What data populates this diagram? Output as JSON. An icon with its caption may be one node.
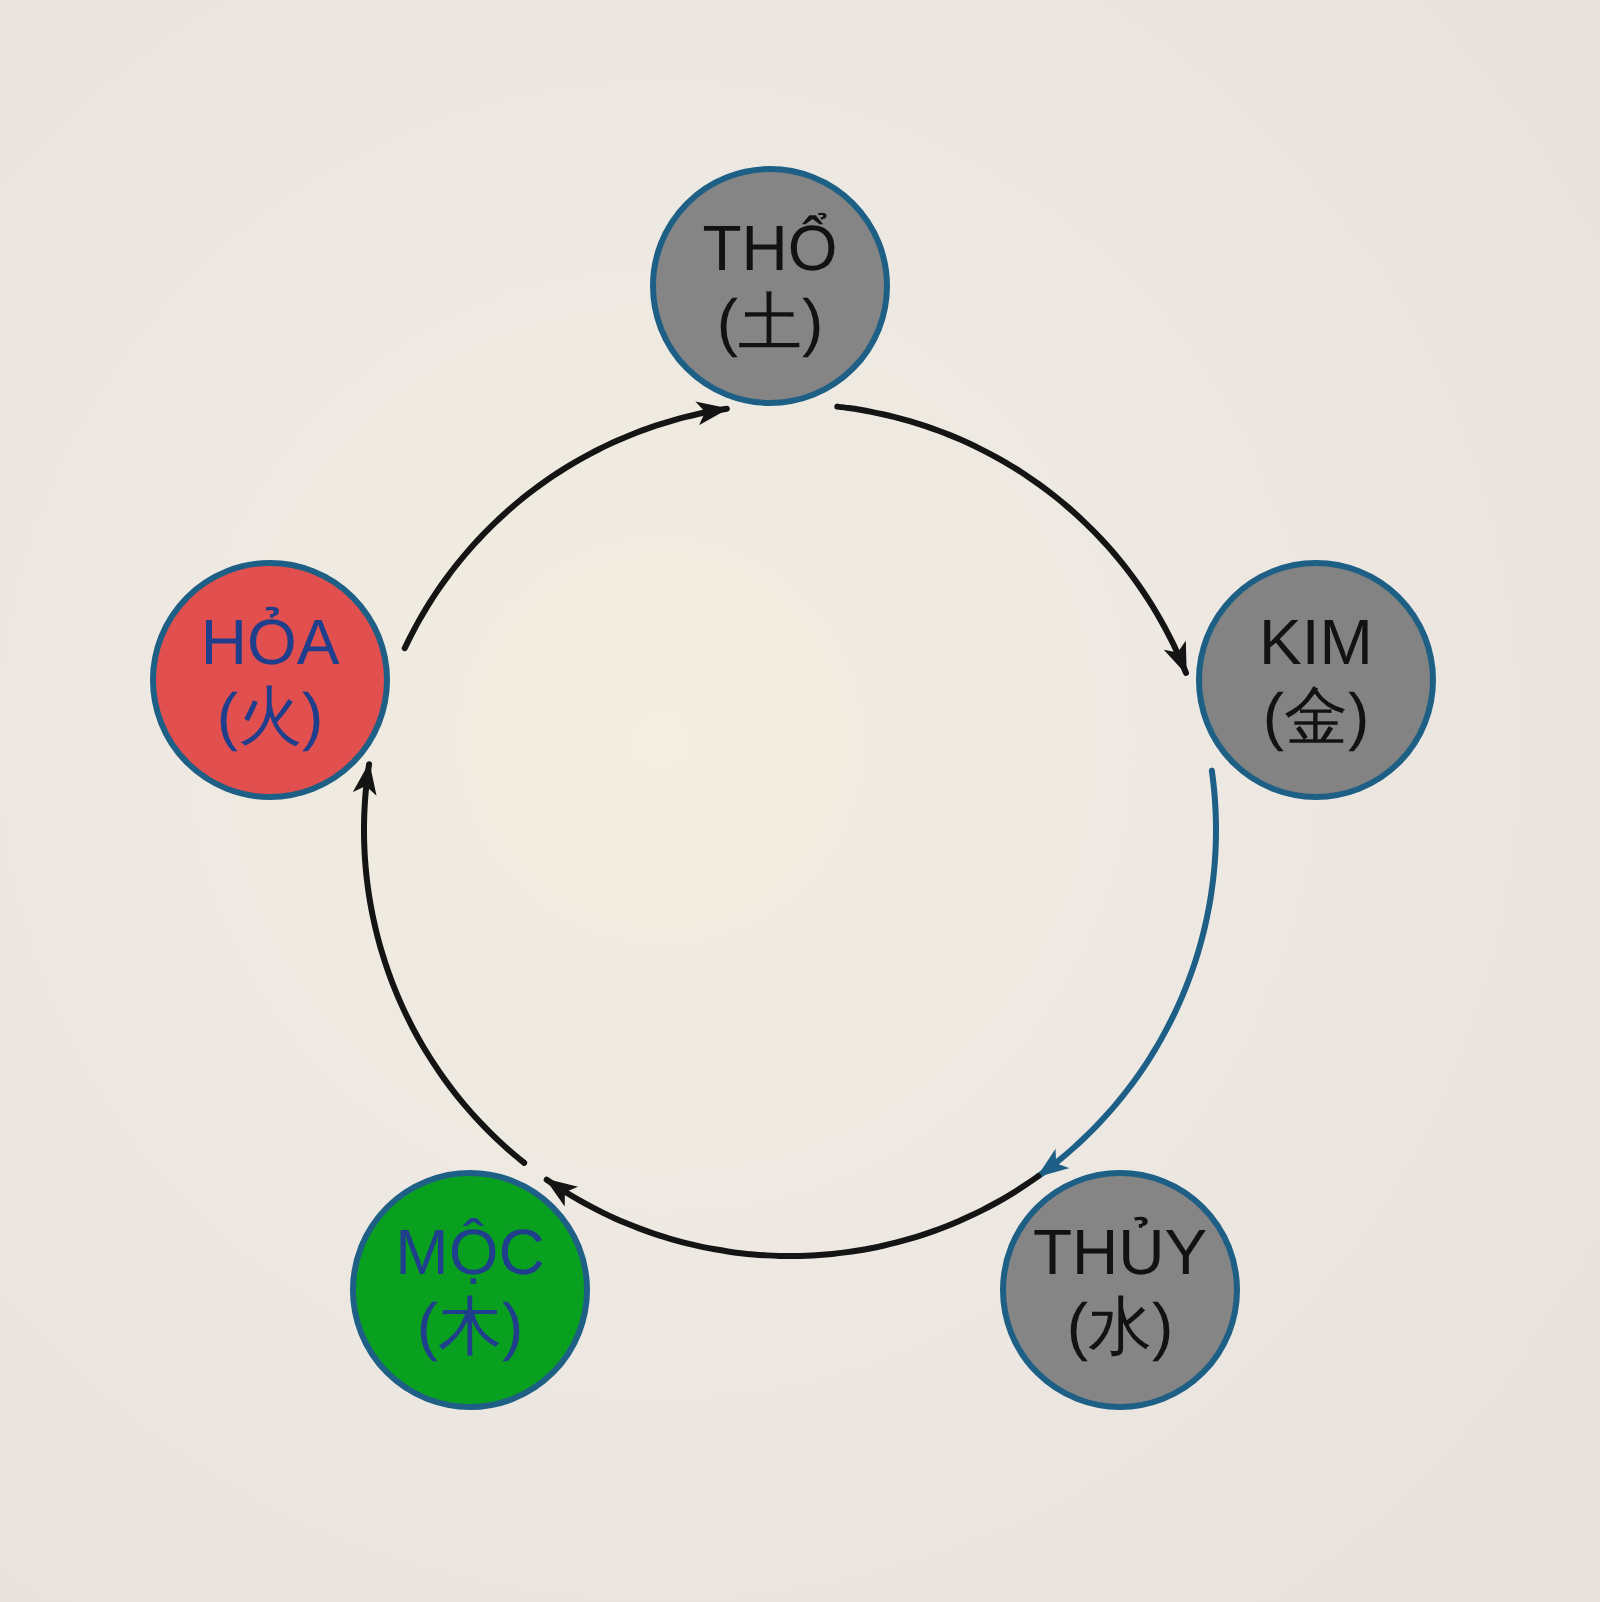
{
  "diagram": {
    "nodes": [
      {
        "text": [
          "THỔ",
          "(土)"
        ]
      },
      {
        "text": [
          "KIM",
          "(金)"
        ]
      },
      {
        "text": [
          "THỦY",
          "(水)"
        ]
      },
      {
        "text": [
          "MỘC",
          "(木)"
        ]
      },
      {
        "text": [
          "HỎA",
          "(火)"
        ]
      }
    ],
    "edges": [
      {
        "from": 0,
        "to": 1,
        "arrow": "to"
      },
      {
        "from": 1,
        "to": 2,
        "arrow": "to",
        "color": "#1d5f86"
      },
      {
        "from": 2,
        "to": 3,
        "arrow": "to"
      },
      {
        "from": 3,
        "to": 4,
        "arrow": "to"
      },
      {
        "from": 4,
        "to": 0,
        "arrow": "to"
      }
    ]
  }
}
